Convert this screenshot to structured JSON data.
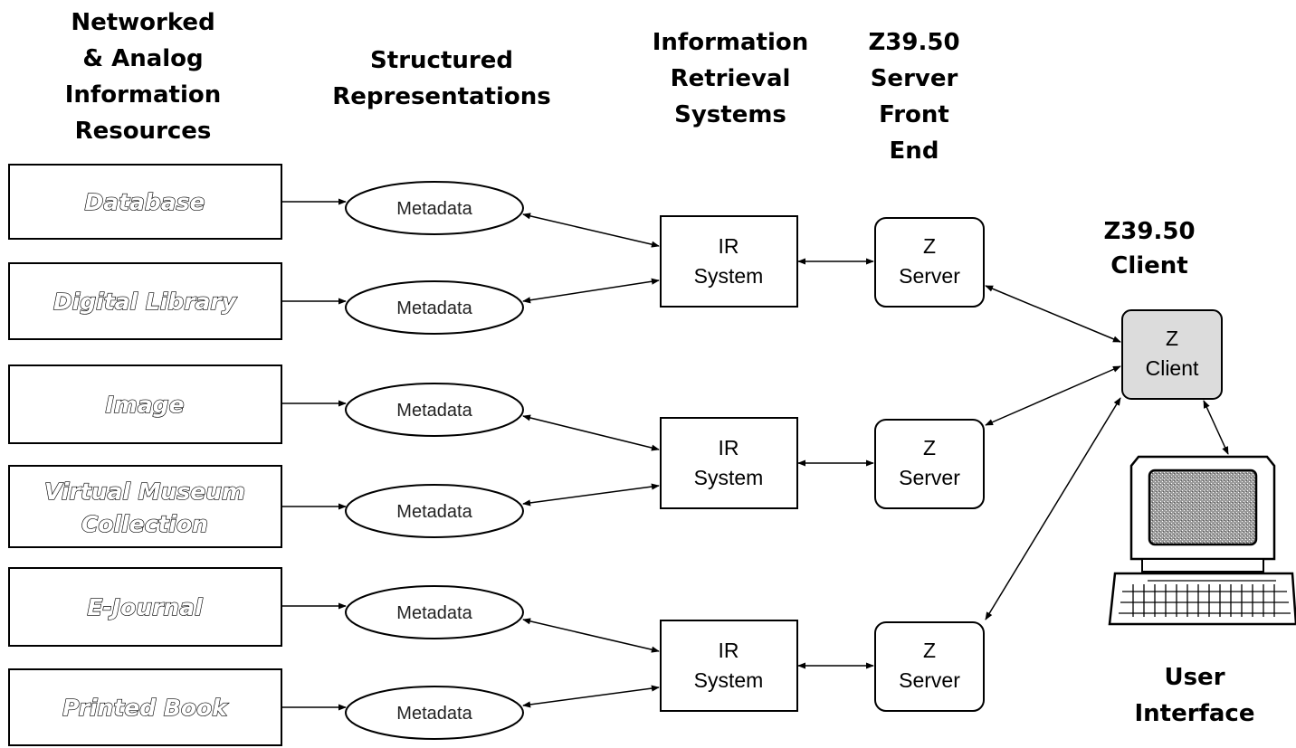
{
  "headers": {
    "resources": [
      "Networked",
      "& Analog",
      "Information",
      "Resources"
    ],
    "representations": [
      "Structured",
      "Representations"
    ],
    "ir_systems": [
      "Information",
      "Retrieval",
      "Systems"
    ],
    "server_front_end": [
      "Z39.50",
      "Server",
      "Front",
      "End"
    ],
    "client": [
      "Z39.50",
      "Client"
    ],
    "user_interface": [
      "User",
      "Interface"
    ]
  },
  "resources": [
    [
      "Database"
    ],
    [
      "Digital Library"
    ],
    [
      "Image"
    ],
    [
      "Virtual Museum",
      "Collection"
    ],
    [
      "E-Journal"
    ],
    [
      "Printed Book"
    ]
  ],
  "metadata_label": "Metadata",
  "ir_system_label": [
    "IR",
    "System"
  ],
  "z_server_label": [
    "Z",
    "Server"
  ],
  "z_client_label": [
    "Z",
    "Client"
  ],
  "colors": {
    "line": "#000000",
    "background": "#ffffff",
    "client_fill": "#dcdcdc",
    "screen_fill": "#8c8c8c"
  },
  "icons": {
    "user_interface": "computer-terminal-icon"
  }
}
